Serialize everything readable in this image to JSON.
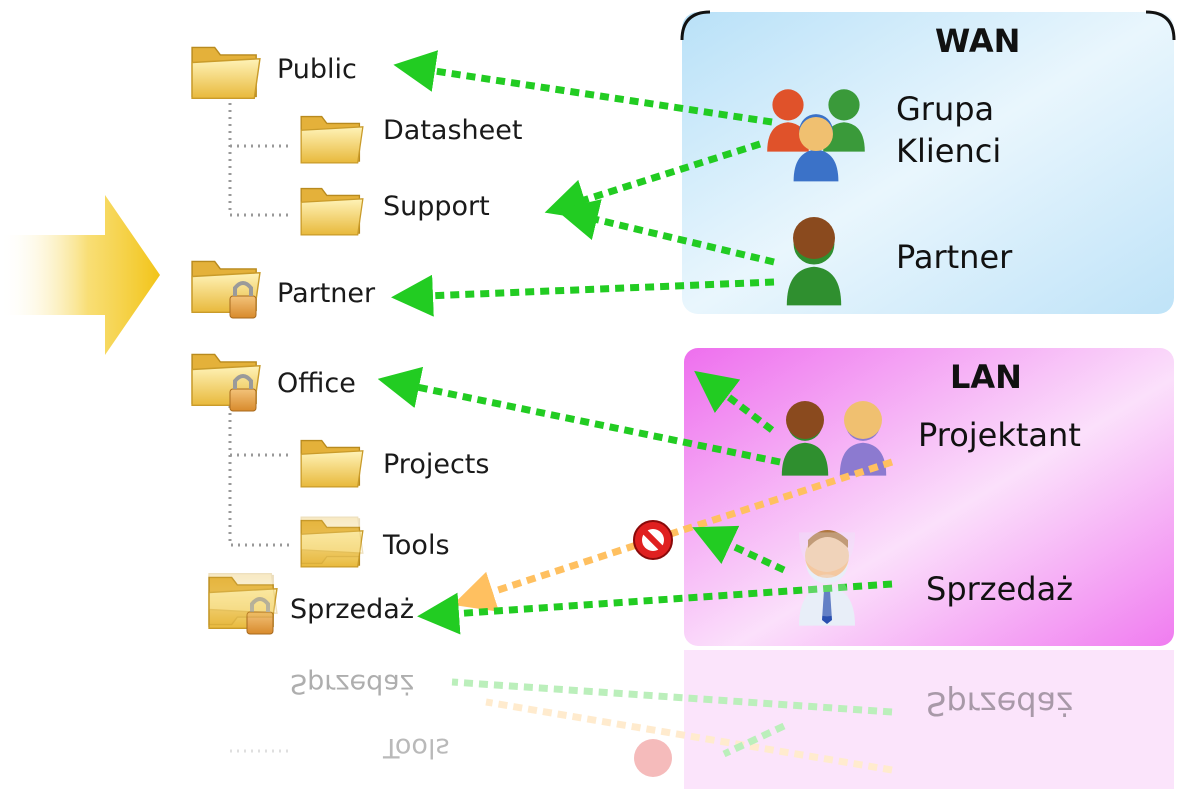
{
  "folders": {
    "public": "Public",
    "datasheet": "Datasheet",
    "support": "Support",
    "partner": "Partner",
    "office": "Office",
    "projects": "Projects",
    "tools": "Tools",
    "sprzedaz": "Sprzedaż"
  },
  "wan": {
    "title": "WAN",
    "group_line1": "Grupa",
    "group_line2": "Klienci",
    "partner": "Partner"
  },
  "lan": {
    "title": "LAN",
    "projektant": "Projektant",
    "sprzedaz": "Sprzedaż"
  },
  "reflection": {
    "sprzedaz": "Sprzedaż",
    "tools": "Tools",
    "lan_sprzedaz": "Sprzedaż"
  },
  "colors": {
    "arrow_allowed": "#22cc22",
    "arrow_denied": "#ffc060",
    "wan_bg": "#c6e8fb",
    "lan_bg": "#f07cf0",
    "folder": "#f5d56a"
  }
}
